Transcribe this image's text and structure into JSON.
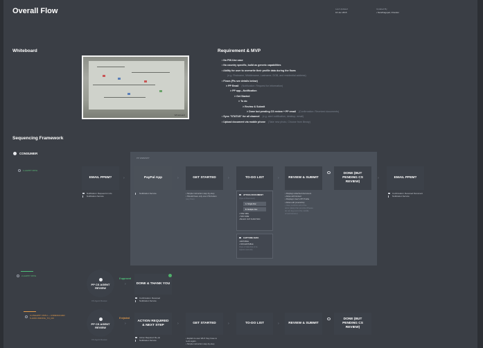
{
  "header": {
    "title": "Overall Flow",
    "meta_left_label": "Last Updated",
    "meta_left_value": "16 Jun 2015",
    "meta_right_label": "Updated By",
    "meta_right_value": "• Nandhagopal, Chander"
  },
  "whiteboard": {
    "heading": "Whiteboard",
    "caption": "Whiteboard"
  },
  "requirements": {
    "heading": "Requirement & MVP",
    "lines": [
      {
        "text": "• No PIN Use case",
        "note": ""
      },
      {
        "text": "• No country specific, build as generic capabilities",
        "note": ""
      },
      {
        "text": "• Ability for user to overwrite their profile data during the flows",
        "note": ""
      },
      {
        "text": "",
        "note": "(e.g. Firstname, Middlename, Lastname, DOB, and residential address)"
      },
      {
        "text": "• Flows (Pls see details below)",
        "note": ""
      },
      {
        "text": "> PP Email",
        "note": "(Notification: Request for Information)"
      },
      {
        "text": "> PP app—Notification",
        "note": ""
      },
      {
        "text": "> Get Started",
        "note": ""
      },
      {
        "text": "> To do",
        "note": ""
      },
      {
        "text": "> Review & Submit",
        "note": ""
      },
      {
        "text": "> Done but pending CS review + PP email",
        "note": "(Confirmation: Received documents)"
      },
      {
        "text": "• Sync \"STATUS\" for all channel",
        "note": "(e.g. alert notification, desktop, email)"
      },
      {
        "text": "• Upload document via mobile phone",
        "note": "(Take new photo, Choose from library)"
      }
    ]
  },
  "sequencing": {
    "heading": "Sequencing Framework",
    "consumer_label": "CONSUMER",
    "happy_path_label": "1-HAPPY PATH",
    "band_label": "PP WEB/APP",
    "steps": [
      {
        "label": "EMAIL PPEM?"
      },
      {
        "label": "PayPal App"
      },
      {
        "label": "GET STARTED"
      },
      {
        "label": "TO-DO LIST"
      },
      {
        "label": "REVIEW & SUBMIT"
      },
      {
        "label": "DONE (BUT PENDING CS REVIEW)"
      },
      {
        "label": "EMAIL PPEM?"
      }
    ],
    "step1_notes": [
      "Notification: Request for info.",
      "Notification Service"
    ],
    "step2_notes": [
      "Notification Service"
    ],
    "step3_notes": [
      "• Simple instruction step-by-step",
      "• Should have only one CTA button",
      "  (any flow)"
    ],
    "step5_notes": [
      "• Displays attached document",
      "  • Allow with limited",
      "• Displays User's PP Profile",
      "  • Allow edit (overwrite)",
      "",
      "• User confirms all of the",
      "  docs (data) that provide (Please",
      "  do not log out in the middle",
      "  of submission)"
    ],
    "step7_notes": [
      "Confirmation: Received Document",
      "Notification Service"
    ],
    "todo": {
      "attach_header": "ATTACH DOCUMENT",
      "attach_sub": "(Type of Document)",
      "single_doc": "A. Single Doc",
      "multiple_doc": "B. Multiple Doc",
      "sides": [
        "• ONE SIDE",
        "• TWO SIDE",
        "• BLACK OUT FUNCTION"
      ],
      "capture_header": "CAPTURE DATA",
      "capture_lines": [
        "• EDITABLE",
        "• NON-EDITABLE",
        "(Type of data that to be",
        "capture and edit)"
      ]
    }
  },
  "lane2": {
    "label": "2-HAPPY PATH",
    "agent_label": "PP CS AGENT REVIEW",
    "agent_sub": "CS Agent Review",
    "approved": "If approved",
    "done_label": "DONE & THANK YOU",
    "notes": [
      "Confirmation: Received",
      "Notification Service"
    ]
  },
  "lane3": {
    "label_line1": "3-UNHAPPY PATH — UNRESOLVED",
    "label_line2": "5-100% WRONG_TO_DO",
    "agent_label": "PP CS AGENT REVIEW",
    "agent_sub": "CS Agent Review",
    "rejected": "If rejected",
    "steps": [
      {
        "label": "ACTION REQUIRED & NEXT STEP"
      },
      {
        "label": "GET STARTED"
      },
      {
        "label": "TO-DO LIST"
      },
      {
        "label": "REVIEW & SUBMIT"
      },
      {
        "label": "DONE (BUT PENDING CS REVIEW)"
      }
    ],
    "notes_action": [
      "Action Required: Re-do",
      "Notification Service"
    ],
    "notes_started": [
      "• Explain to user WHY they have to",
      "  re-do again.",
      "• Simple instruction step-by-step"
    ]
  },
  "colors": {
    "background": "#3a3e45",
    "box": "#3c4149",
    "band": "#4a5059",
    "happy": "#4fc27a",
    "unhappy": "#e59b4a"
  }
}
